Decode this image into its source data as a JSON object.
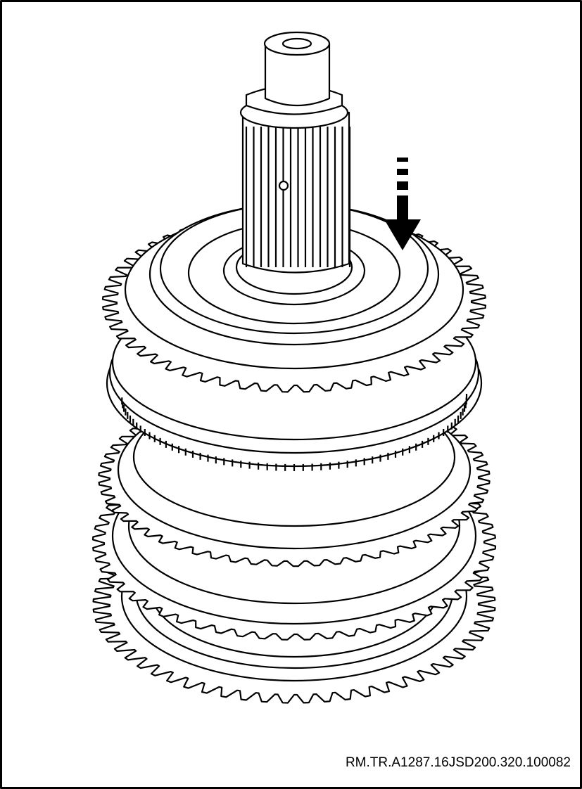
{
  "figure": {
    "reference_code": "RM.TR.A1287.16JSD200.320.100082",
    "subject": "gear-shaft-assembly",
    "annotation": "dashed-downward-arrow",
    "colors": {
      "line": "#000000",
      "background": "#ffffff"
    }
  }
}
